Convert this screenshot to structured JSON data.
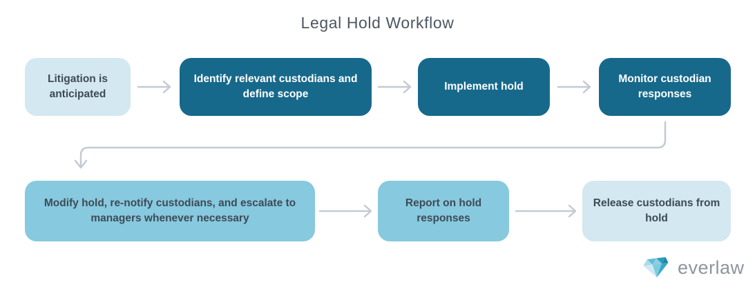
{
  "title": "Legal Hold Workflow",
  "nodes": [
    {
      "id": "litigation-anticipated",
      "label": "Litigation is anticipated",
      "style": "light"
    },
    {
      "id": "identify-custodians",
      "label": "Identify relevant custodians and define scope",
      "style": "dark"
    },
    {
      "id": "implement-hold",
      "label": "Implement hold",
      "style": "dark"
    },
    {
      "id": "monitor-responses",
      "label": "Monitor custodian responses",
      "style": "dark"
    },
    {
      "id": "modify-hold",
      "label": "Modify hold, re-notify custodians, and escalate to managers whenever necessary",
      "style": "medium"
    },
    {
      "id": "report-responses",
      "label": "Report on hold responses",
      "style": "medium"
    },
    {
      "id": "release-custodians",
      "label": "Release custodians from hold",
      "style": "light"
    }
  ],
  "edges": [
    {
      "from": "litigation-anticipated",
      "to": "identify-custodians",
      "type": "arrow-right"
    },
    {
      "from": "identify-custodians",
      "to": "implement-hold",
      "type": "arrow-right"
    },
    {
      "from": "implement-hold",
      "to": "monitor-responses",
      "type": "arrow-right"
    },
    {
      "from": "monitor-responses",
      "to": "modify-hold",
      "type": "elbow-down-left-down"
    },
    {
      "from": "modify-hold",
      "to": "report-responses",
      "type": "arrow-right"
    },
    {
      "from": "report-responses",
      "to": "release-custodians",
      "type": "arrow-right"
    }
  ],
  "colors": {
    "dark_node": "#17698b",
    "medium_node": "#87c9de",
    "light_node": "#d3e8f1",
    "node_dark_text": "#3e4a57",
    "node_light_text": "#ffffff",
    "arrow": "#c3cad3",
    "title_text": "#4c5661",
    "logo_text": "#8e959c"
  },
  "logo": {
    "wordmark": "everlaw",
    "icon": "diamond-gem-icon"
  }
}
